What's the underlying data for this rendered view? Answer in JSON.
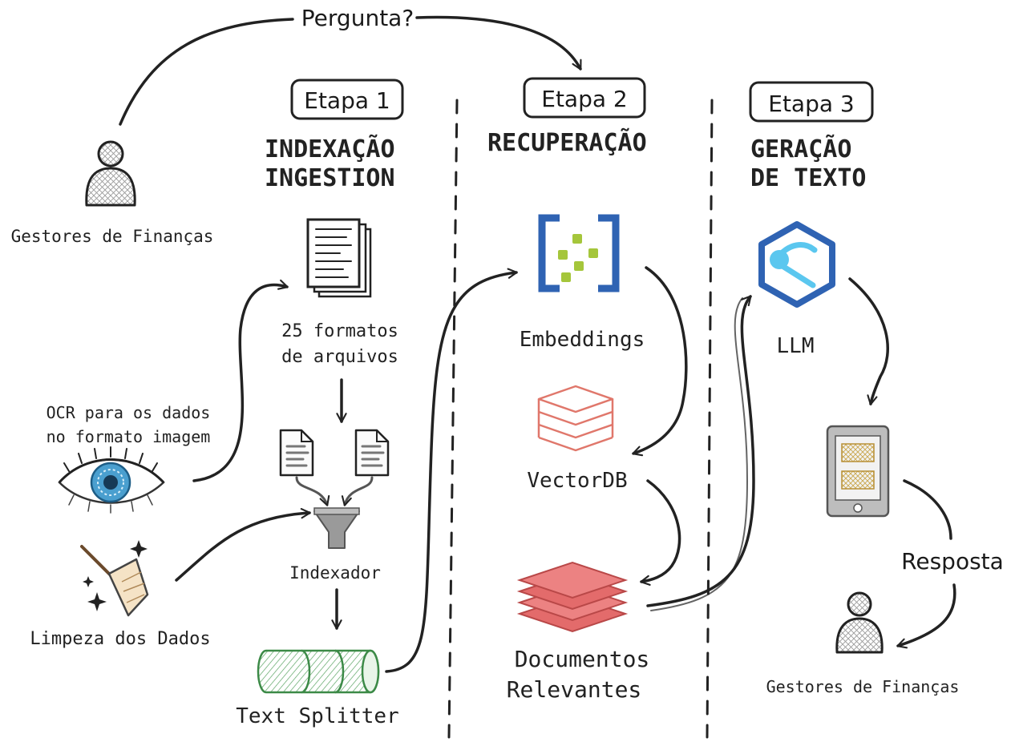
{
  "question": "Pergunta?",
  "answer": "Resposta",
  "stages": [
    {
      "badge": "Etapa 1",
      "title_line1": "INDEXAÇÃO",
      "title_line2": "INGESTION"
    },
    {
      "badge": "Etapa 2",
      "title_line1": "RECUPERAÇÃO",
      "title_line2": ""
    },
    {
      "badge": "Etapa 3",
      "title_line1": "GERAÇÃO",
      "title_line2": "DE TEXTO"
    }
  ],
  "actors": {
    "user_top": "Gestores de Finanças",
    "user_bottom": "Gestores de Finanças"
  },
  "inputs": {
    "ocr_line1": "OCR para os dados",
    "ocr_line2": "no formato imagem",
    "cleaning": "Limpeza dos Dados"
  },
  "indexing": {
    "formats_line1": "25 formatos",
    "formats_line2": "de arquivos",
    "indexer": "Indexador",
    "splitter": "Text Splitter"
  },
  "retrieval": {
    "embeddings": "Embeddings",
    "vectordb": "VectorDB",
    "docs_line1": "Documentos",
    "docs_line2": "Relevantes"
  },
  "generation": {
    "llm": "LLM"
  },
  "colors": {
    "ink": "#222222",
    "azure_blue": "#2f63b3",
    "embed_green": "#a5c63b",
    "db_red": "#e0776b",
    "docs_red": "#e36b6b",
    "splitter_green": "#5aa463",
    "llm_blue": "#2f63b3",
    "llm_cyan": "#5bc7ef",
    "eye_blue": "#2f7fb0"
  },
  "icons": [
    "user-icon",
    "document-stack-icon",
    "eye-icon",
    "broom-icon",
    "file-icon",
    "funnel-icon",
    "cylinder-icon",
    "embeddings-icon",
    "database-icon",
    "layers-icon",
    "llm-icon",
    "tablet-icon"
  ]
}
